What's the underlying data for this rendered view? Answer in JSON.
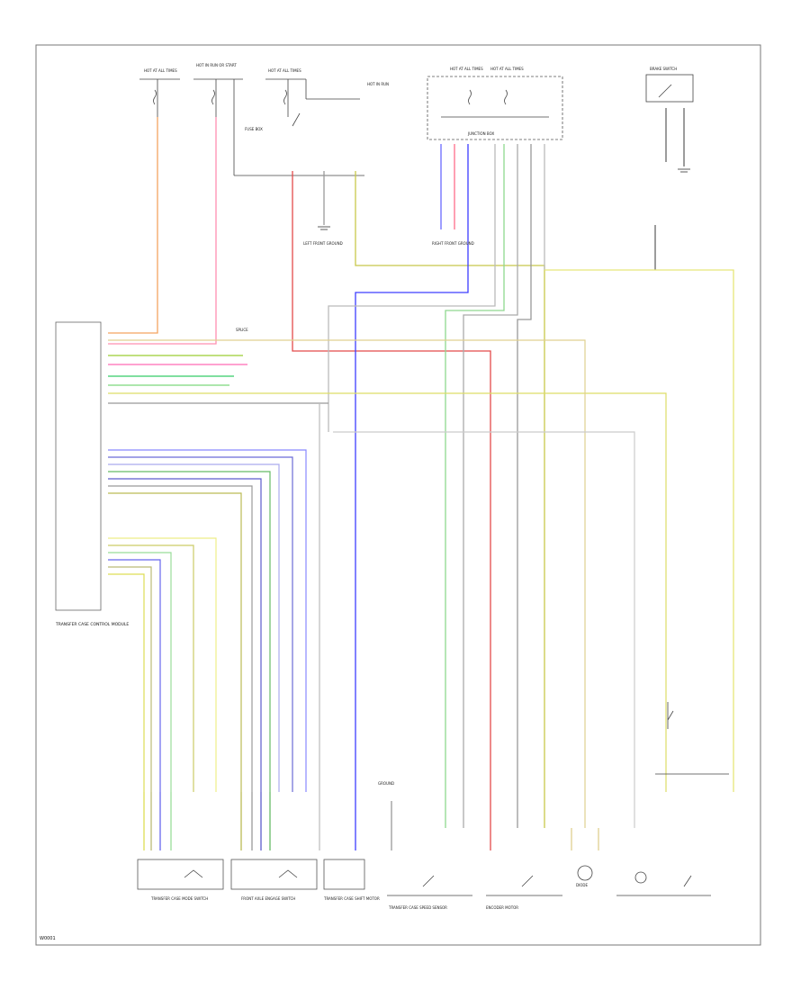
{
  "labels": {
    "fuse_a": "HOT AT ALL TIMES",
    "fuse_b": "HOT IN RUN OR START",
    "fuse_c": "HOT AT ALL TIMES",
    "fuse_d": "HOT IN RUN",
    "fuse_e": "HOT AT ALL TIMES",
    "fuse_f": "HOT AT ALL TIMES",
    "fuse_box_left": "FUSE BOX",
    "junction_box": "JUNCTION BOX",
    "brake_switch": "BRAKE SWITCH",
    "left_ground": "LEFT FRONT GROUND",
    "right_ground": "RIGHT FRONT GROUND",
    "splice_note": "SPLICE",
    "tcm": "TRANSFER CASE CONTROL MODULE",
    "mode_switch": "TRANSFER CASE MODE SWITCH",
    "front_axle_switch": "FRONT AXLE ENGAGE SWITCH",
    "tc_motor": "TRANSFER CASE SHIFT MOTOR",
    "speed_sensor": "TRANSFER CASE SPEED SENSOR",
    "ground_bottom": "GROUND",
    "encoder": "ENCODER MOTOR",
    "diode": "DIODE",
    "reference": "W0001"
  }
}
